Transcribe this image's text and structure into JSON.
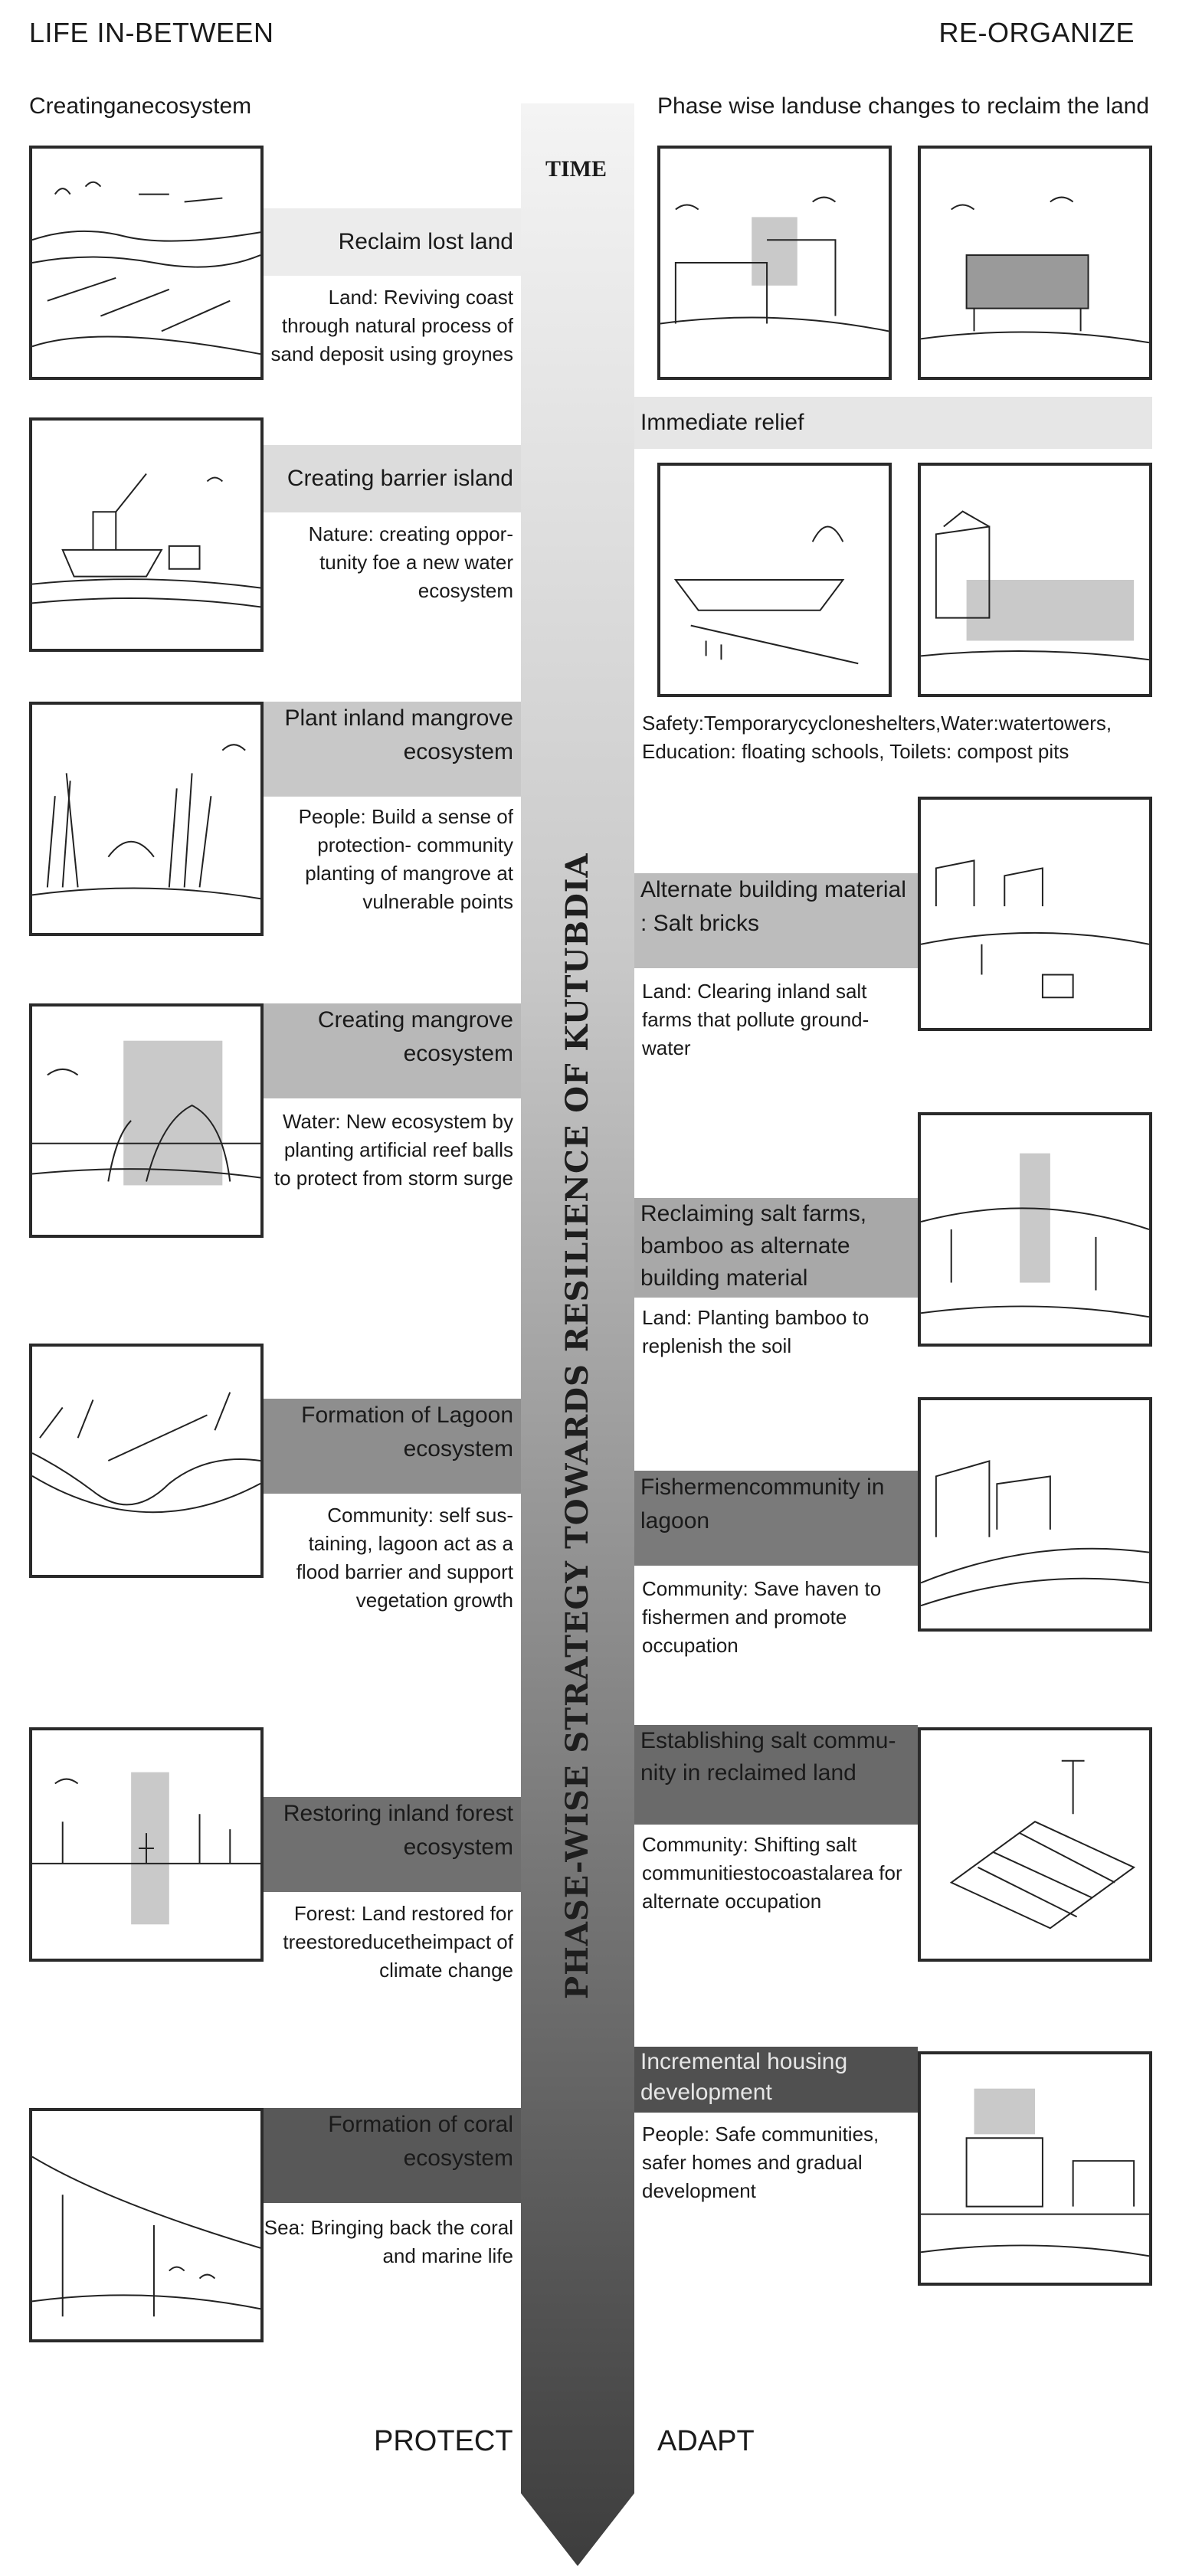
{
  "headers": {
    "left_title": "LIFE IN-BETWEEN",
    "right_title": "RE-ORGANIZE",
    "left_subtitle": "Creatinganecosystem",
    "right_subtitle": "Phase wise landuse changes to reclaim the land"
  },
  "spine": {
    "time_label": "TIME",
    "title": "PHASE-WISE STRATEGY TOWARDS RESILIENCE OF KUTUBDIA"
  },
  "left_items": [
    {
      "title": "Reclaim lost land",
      "desc": "Land: Reviving coast through natural process of sand deposit using groynes"
    },
    {
      "title": "Creating barrier island",
      "desc": "Nature: creating oppor-tunity foe a new water ecosystem"
    },
    {
      "title": "Plant inland mangrove ecosystem",
      "desc": "People: Build a sense of protection- community planting of mangrove at vulnerable points"
    },
    {
      "title": "Creating mangrove ecosystem",
      "desc": "Water: New ecosystem by planting artificial reef balls to protect from storm surge"
    },
    {
      "title": "Formation of Lagoon ecosystem",
      "desc": "Community: self sus-taining, lagoon act as a flood barrier and support vegetation growth"
    },
    {
      "title": "Restoring inland forest ecosystem",
      "desc": "Forest: Land restored for treestoreducetheimpact of climate change"
    },
    {
      "title": "Formation of coral ecosystem",
      "desc": "Sea: Bringing back the coral and marine life"
    }
  ],
  "right_top": {
    "relief_label": "Immediate relief",
    "relief_desc": "Safety:Temporarycycloneshelters,Water:watertowers, Education: floating schools, Toilets: compost pits"
  },
  "right_items": [
    {
      "title": "Alternate building material : Salt bricks",
      "desc": "Land: Clearing inland salt farms that pollute ground-water"
    },
    {
      "title": "Reclaiming salt farms, bamboo as alternate building material",
      "desc": "Land: Planting bamboo to replenish the soil"
    },
    {
      "title": "Fishermencommunity in lagoon",
      "desc": "Community: Save haven to fishermen and promote occupation"
    },
    {
      "title": "Establishing salt commu-nity in reclaimed land",
      "desc": "Community: Shifting salt communitiestocoastalarea for alternate occupation"
    },
    {
      "title": "Incremental housing development",
      "desc": "People: Safe communities, safer homes and gradual development"
    }
  ],
  "footer": {
    "left_label": "PROTECT",
    "right_label": "ADAPT"
  },
  "colors": {
    "spine_top": "#f2f2f2",
    "spine_bottom": "#4a4a4a",
    "frame_border": "#2a2a2a"
  }
}
